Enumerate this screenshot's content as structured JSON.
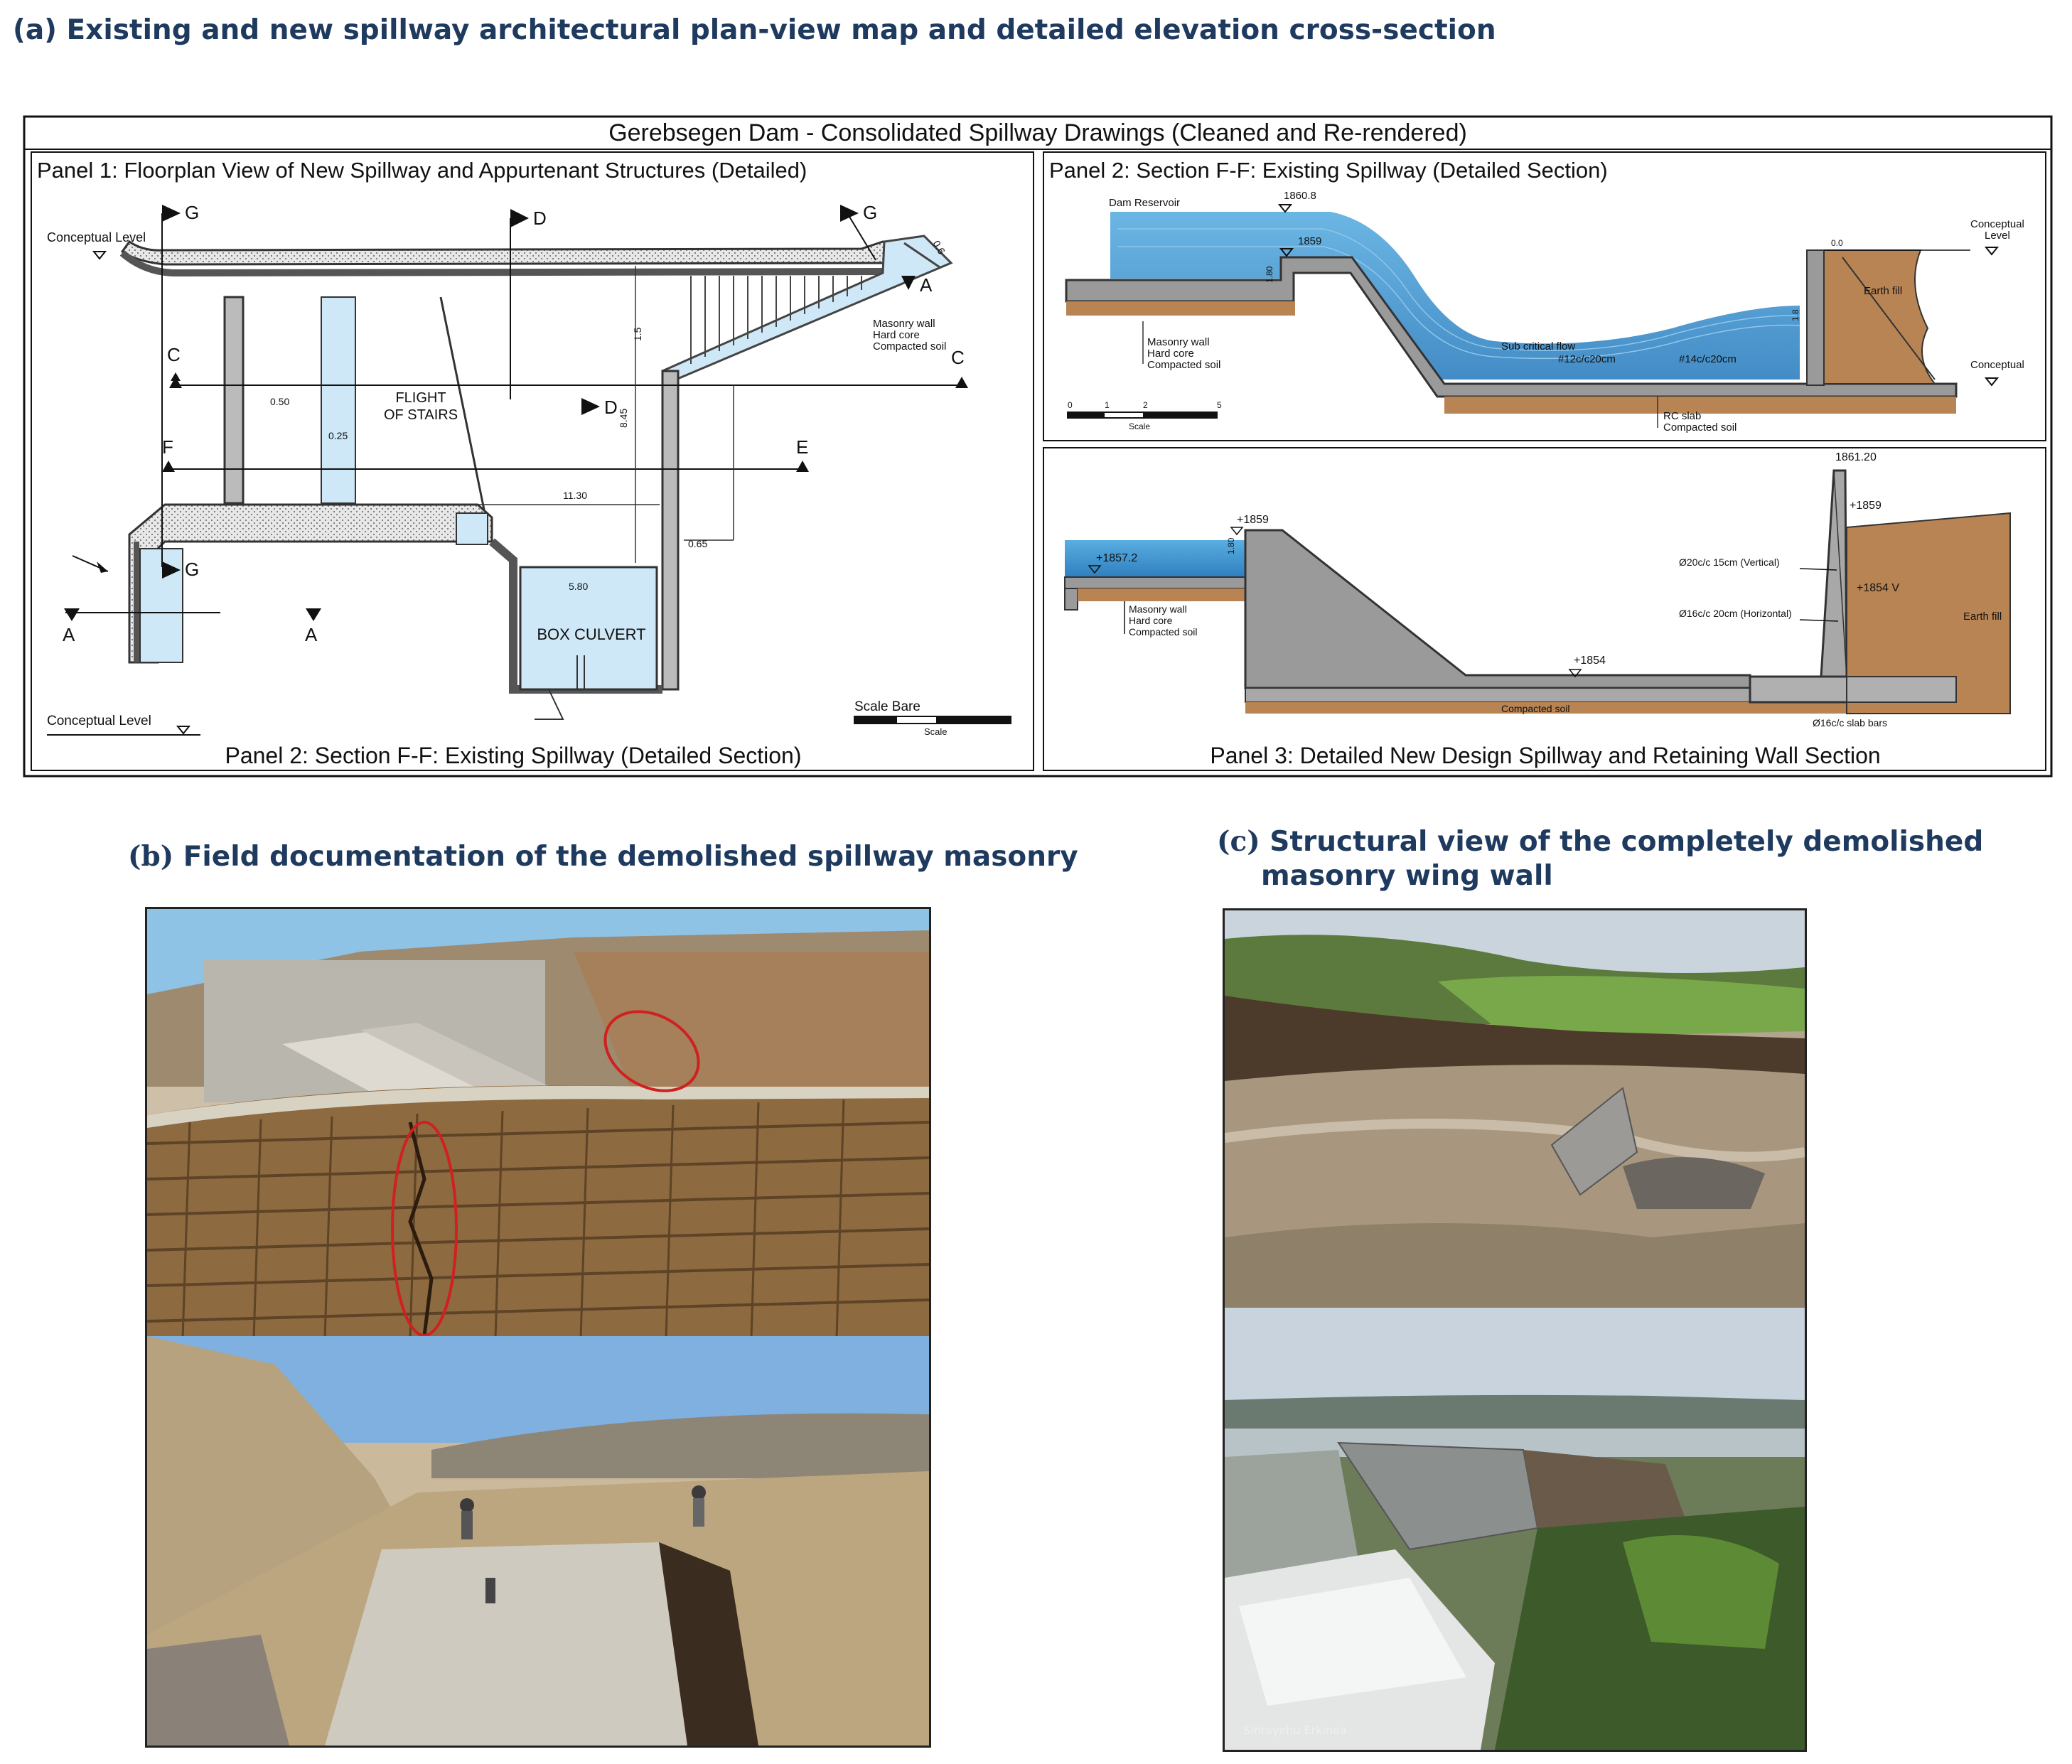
{
  "captions": {
    "a": "(a) Existing and new spillway architectural plan-view map and detailed elevation cross-section",
    "b_label": "(b)",
    "b_text": "Field documentation of the demolished spillway masonry",
    "c_label": "(c)",
    "c_line1": "Structural view of the completely demolished",
    "c_line2": "masonry wing wall"
  },
  "drawing": {
    "title": "Gerebsegen Dam - Consolidated Spillway Drawings (Cleaned and Re-rendered)",
    "panel1": {
      "header": "Panel 1: Floorplan View of New Spillway and Appurtenant Structures (Detailed)",
      "footer": "Panel 2: Section F-F: Existing Spillway (Detailed Section)",
      "conceptual_level_top": "Conceptual Level",
      "conceptual_level_bottom": "Conceptual Level",
      "flight_line1": "FLIGHT",
      "flight_line2": "OF STAIRS",
      "box_culvert": "BOX CULVERT",
      "section_g": "G",
      "section_d": "D",
      "section_a": "A",
      "section_c": "C",
      "section_f": "F",
      "section_e": "E",
      "dim_050": "0.50",
      "dim_025": "0.25",
      "dim_1130": "11.30",
      "dim_580": "5.80",
      "dim_065": "0.65",
      "dim_845": "8.45",
      "dim_15": "1.5",
      "dim_06": "0.6",
      "masonry_wall": "Masonry wall",
      "hard_core": "Hard core",
      "compacted_soil": "Compacted soil",
      "scale_bar": "Scale Bare",
      "scale": "Scale"
    },
    "panel2": {
      "header": "Panel 2: Section F-F: Existing Spillway (Detailed Section)",
      "dam_reservoir": "Dam Reservoir",
      "el_18608": "1860.8",
      "el_1859": "1859",
      "dim_180": "1.80",
      "dim_00": "0.0",
      "dim_18": "1.8",
      "conceptual_level_line1": "Conceptual",
      "conceptual_level_line2": "Level",
      "conceptual_2": "Conceptual",
      "earth_fill": "Earth fill",
      "sub_critical": "Sub critical flow",
      "rebar_12": "#12c/c20cm",
      "rebar_14": "#14c/c20cm",
      "masonry_wall": "Masonry wall",
      "hard_core": "Hard core",
      "compacted_soil": "Compacted soil",
      "rc_slab": "RC slab",
      "compacted_soil2": "Compacted soil",
      "scale": "Scale",
      "scale_ticks": [
        "0",
        "1",
        "2",
        "5"
      ]
    },
    "panel3": {
      "footer": "Panel 3: Detailed New Design Spillway and Retaining Wall Section",
      "el_186120": "1861.20",
      "el_1859a": "+1859",
      "el_1859b": "+1859",
      "el_18572": "+1857.2",
      "el_1854": "+1854",
      "el_1854v": "+1854 V",
      "dim_180": "1.80",
      "rebar_v": "Ø20c/c 15cm (Vertical)",
      "rebar_h": "Ø16c/c 20cm (Horizontal)",
      "rebar_slab": "Ø16c/c slab bars",
      "earth_fill": "Earth fill",
      "masonry_wall": "Masonry wall",
      "hard_core": "Hard core",
      "compacted_soil": "Compacted soil",
      "compacted_soil_base": "Compacted soil"
    }
  },
  "photos": {
    "c_watermark": "Sintayehu Erkinea"
  }
}
